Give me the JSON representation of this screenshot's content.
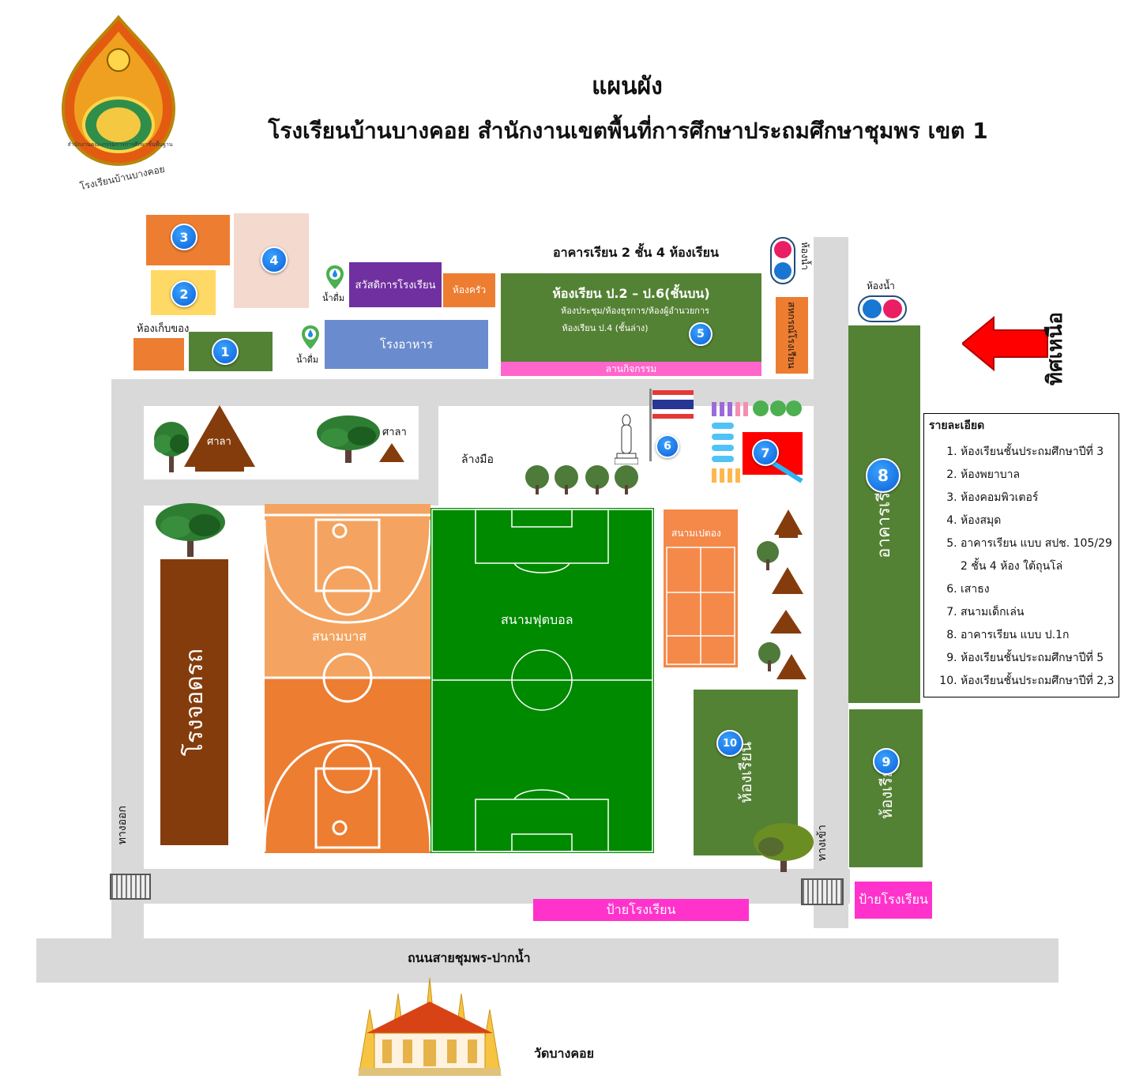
{
  "title": {
    "line1": "แผนผัง",
    "line2": "โรงเรียนบ้านบางคอย สำนักงานเขตพื้นที่การศึกษาประถมศึกษาชุมพร เขต 1"
  },
  "logo": {
    "arc_text": "สำนักงานคณะกรรมการการศึกษาขั้นพื้นฐาน",
    "bottom_text": "โรงเรียนบ้านบางคอย"
  },
  "north": {
    "label": "ทิศเหนือ",
    "arrow_color": "#ff0000"
  },
  "buildings": {
    "b1": {
      "badge": "1"
    },
    "b2": {
      "badge": "2"
    },
    "b3": {
      "badge": "3"
    },
    "b4": {
      "badge": "4"
    },
    "storage": "ห้องเก็บของ",
    "welfare": "สวัสดิการโรงเรียน",
    "kitchen": "ห้องครัว",
    "canteen": "โรงอาหาร",
    "drinking_water_1": "น้ำดื่ม",
    "drinking_water_2": "น้ำดื่ม",
    "b5": {
      "caption": "อาคารเรียน 2 ชั้น 4 ห้องเรียน",
      "title": "ห้องเรียน ป.2 – ป.6(ชั้นบน)",
      "line1": "ห้องประชุม/ห้องธุรการ/ห้องผู้อำนวยการ",
      "line2": "ห้องเรียน ป.4 (ชั้นล่าง)",
      "badge": "5",
      "activity_yard": "ลานกิจกรรม"
    },
    "restroom_top": "ห้องน้ำ",
    "restroom_right": "ห้องน้ำ",
    "sahakorn": "สหกรณ์โรงเรียน",
    "b8": {
      "label": "อาคารเรียน",
      "badge": "8"
    },
    "b9": {
      "label": "ห้องเรียน",
      "badge": "9"
    },
    "b10": {
      "label": "ห้องเรียน",
      "badge": "10"
    },
    "flag": {
      "badge": "6"
    },
    "playground": {
      "badge": "7"
    }
  },
  "areas": {
    "sala_1": "ศาลา",
    "sala_2": "ศาลา",
    "handwash": "ล้างมือ",
    "basketball": "สนามบาส",
    "football": "สนามฟุตบอล",
    "petanque": "สนามเปตอง",
    "parking": "โรงจอดรถ",
    "exit": "ทางออก",
    "entrance": "ทางเข้า",
    "sign_1": "ป้ายโรงเรียน",
    "sign_2": "ป้ายโรงเรียน",
    "road": "ถนนสายชุมพร-ปากน้ำ",
    "temple": "วัดบางคอย"
  },
  "legend": {
    "heading": "รายละเอียด",
    "items": [
      "ห้องเรียนชั้นประถมศึกษาปีที่ 3",
      "ห้องพยาบาล",
      "ห้องคอมพิวเตอร์",
      "ห้องสมุด",
      " อาคารเรียน แบบ สปช. 105/29 2 ชั้น 4 ห้อง ใต้ถุนโล่",
      "เสาธง",
      "สนามเด็กเล่น",
      "อาคารเรียน แบบ ป.1ก",
      "ห้องเรียนชั้นประถมศึกษาปีที่ 5",
      "ห้องเรียนชั้นประถมศึกษาปีที่ 2,3"
    ]
  },
  "colors": {
    "green": "#548235",
    "orange": "#ed7d31",
    "brown": "#843c0c",
    "pink": "#ff33cc",
    "road": "#d9d9d9",
    "field": "#008a00",
    "canteen": "#6a8ccf",
    "welfare": "#7030a0",
    "library": "#f4d9cf",
    "nurse": "#ffd966"
  }
}
